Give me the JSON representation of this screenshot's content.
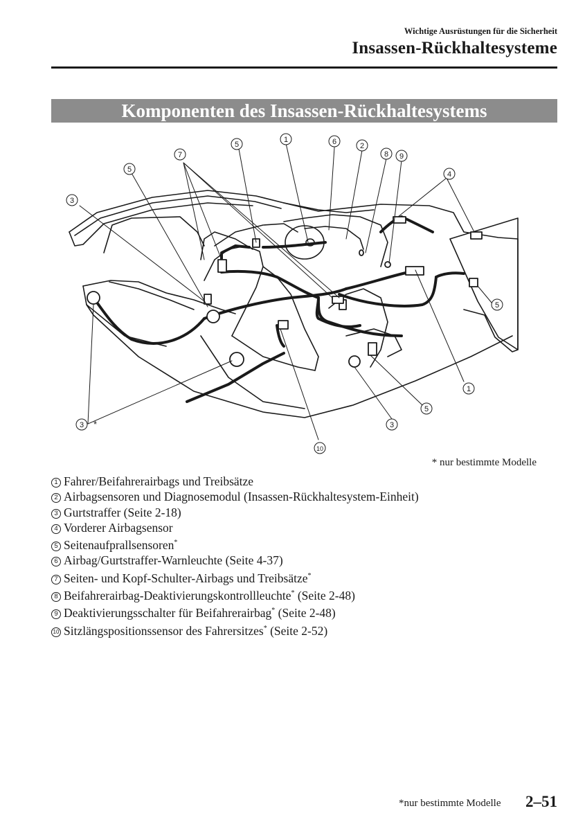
{
  "header": {
    "section_subtitle": "Wichtige Ausrüstungen für die Sicherheit",
    "section_title": "Insassen-Rückhaltesysteme"
  },
  "banner": {
    "title": "Komponenten des Insassen-Rückhaltesystems"
  },
  "diagram": {
    "callouts": [
      "1",
      "2",
      "3",
      "4",
      "5",
      "6",
      "7",
      "8",
      "9",
      "10"
    ],
    "asterisk": "*"
  },
  "footnote_top": "* nur bestimmte Modelle",
  "legend": [
    {
      "num": "1",
      "text": "Fahrer/Beifahrerairbags und Treibsätze",
      "star": "",
      "suffix": ""
    },
    {
      "num": "2",
      "text": "Airbagsensoren und Diagnosemodul (Insassen-Rückhaltesystem-Einheit)",
      "star": "",
      "suffix": ""
    },
    {
      "num": "3",
      "text": "Gurtstraffer (Seite 2-18)",
      "star": "",
      "suffix": ""
    },
    {
      "num": "4",
      "text": "Vorderer Airbagsensor",
      "star": "",
      "suffix": ""
    },
    {
      "num": "5",
      "text": "Seitenaufprallsensoren",
      "star": "*",
      "suffix": ""
    },
    {
      "num": "6",
      "text": "Airbag/Gurtstraffer-Warnleuchte (Seite 4-37)",
      "star": "",
      "suffix": ""
    },
    {
      "num": "7",
      "text": "Seiten- und Kopf-Schulter-Airbags und Treibsätze",
      "star": "*",
      "suffix": ""
    },
    {
      "num": "8",
      "text": "Beifahrerairbag-Deaktivierungskontrollleuchte",
      "star": "*",
      "suffix": " (Seite 2-48)"
    },
    {
      "num": "9",
      "text": "Deaktivierungsschalter für Beifahrerairbag",
      "star": "*",
      "suffix": " (Seite 2-48)"
    },
    {
      "num": "10",
      "text": "Sitzlängspositionssensor des Fahrersitzes",
      "star": "*",
      "suffix": " (Seite 2-52)"
    }
  ],
  "footer": {
    "note": "*nur bestimmte Modelle",
    "page_number": "2–51"
  }
}
